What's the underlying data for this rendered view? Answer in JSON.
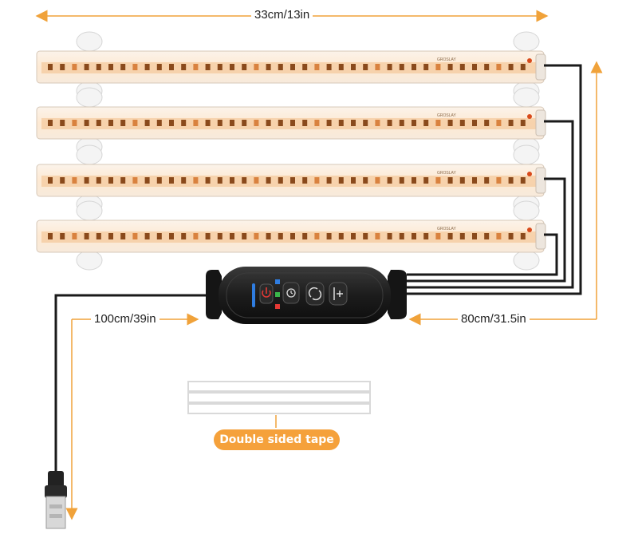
{
  "dimensions": {
    "bar_length": "33cm/13in",
    "usb_cable_length": "100cm/39in",
    "bar_cable_length": "80cm/31.5in"
  },
  "tape_label": "Double sided tape",
  "bar_count": 4,
  "leds_per_bar": 40,
  "bar_print": "GROSLAY",
  "controller_buttons": [
    "power-icon",
    "timer-icon",
    "mode-cycle-icon",
    "brightness-plus-icon"
  ],
  "controller_indicators": [
    "blue",
    "green",
    "red"
  ],
  "colors": {
    "accent": "#f0a23a",
    "badge": "#f5a13b",
    "led_warm": "#f3c08a",
    "led_chip": "#8a4a1c",
    "cable": "#1a1a1a",
    "tape": "#d9d9d9"
  }
}
